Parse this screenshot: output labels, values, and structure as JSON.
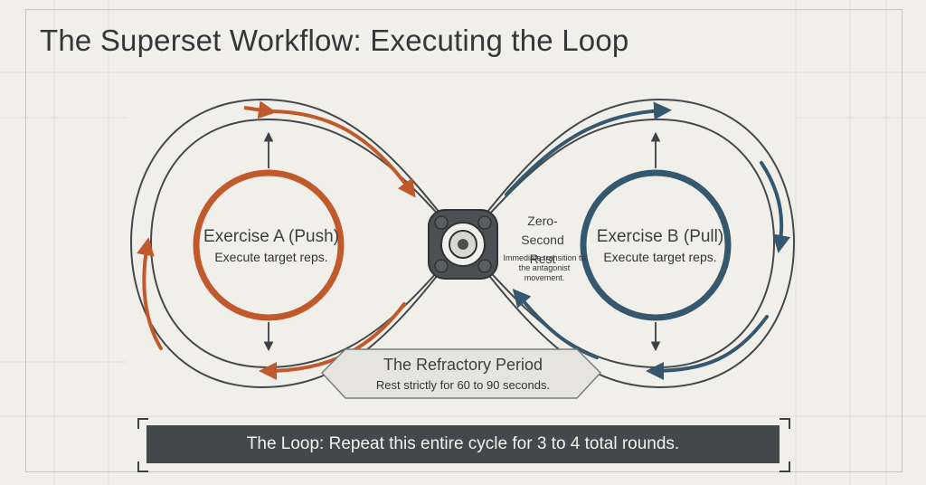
{
  "title": "The Superset Workflow: Executing the Loop",
  "exercise_a": {
    "title": "Exercise A (Push)",
    "subtitle": "Execute target reps.",
    "color": "#c05a2c"
  },
  "exercise_b": {
    "title": "Exercise B (Pull)",
    "subtitle": "Execute target reps.",
    "color": "#35586e"
  },
  "zero_rest": {
    "title": "Zero-Second Rest",
    "subtitle": "Immediate transition to the antagonist movement."
  },
  "refractory": {
    "title": "The Refractory Period",
    "subtitle": "Rest strictly for 60 to 90 seconds."
  },
  "loop": {
    "text": "The Loop: Repeat this entire cycle for 3 to 4 total rounds."
  },
  "icons": {
    "center": "gear-hub-icon"
  }
}
